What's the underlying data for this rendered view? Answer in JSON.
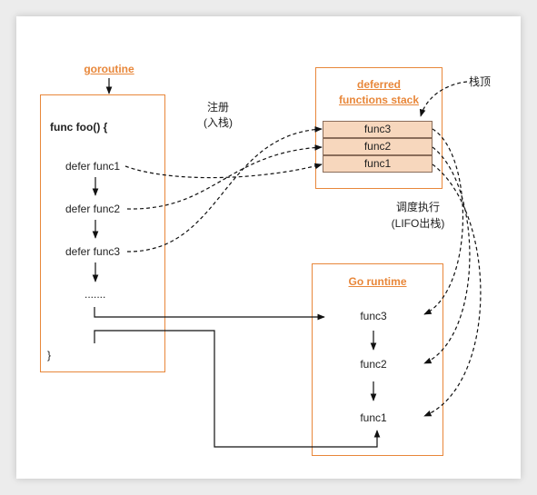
{
  "goroutine": {
    "label": "goroutine"
  },
  "foo": {
    "header": "func foo() {",
    "steps": [
      "defer func1",
      "defer func2",
      "defer func3"
    ],
    "ellipsis": ".......",
    "closing": "}"
  },
  "register": {
    "line1": "注册",
    "line2": "(入栈)"
  },
  "stack": {
    "title_line1": "deferred",
    "title_line2": "functions stack",
    "items": [
      "func3",
      "func2",
      "func1"
    ],
    "top_label": "栈顶"
  },
  "schedule": {
    "line1": "调度执行",
    "line2": "(LIFO出栈)"
  },
  "runtime": {
    "title": "Go runtime",
    "items": [
      "func3",
      "func2",
      "func1"
    ]
  },
  "colors": {
    "accent": "#e8873a",
    "stack_fill": "#f7d7bd",
    "line": "#111111"
  }
}
